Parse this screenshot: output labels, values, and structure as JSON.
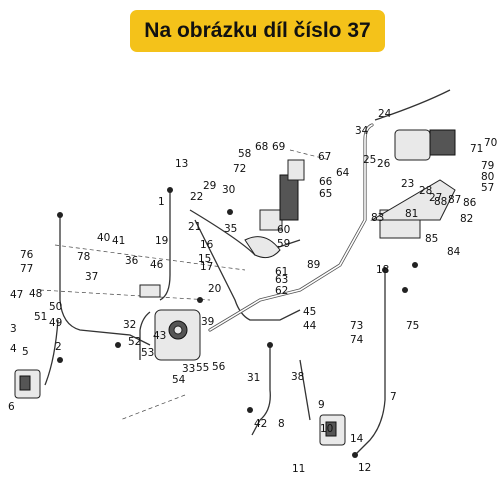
{
  "header": {
    "title": "Na obrázku díl číslo 37"
  },
  "colors": {
    "banner_bg": "#f4c21a",
    "line": "#333333"
  },
  "labels": [
    "1",
    "2",
    "3",
    "4",
    "5",
    "6",
    "7",
    "8",
    "9",
    "10",
    "11",
    "12",
    "13",
    "14",
    "15",
    "16",
    "17",
    "18",
    "19",
    "20",
    "21",
    "22",
    "23",
    "24",
    "25",
    "26",
    "27",
    "28",
    "29",
    "30",
    "31",
    "32",
    "33",
    "34",
    "35",
    "36",
    "37",
    "38",
    "39",
    "40",
    "41",
    "42",
    "43",
    "44",
    "45",
    "46",
    "47",
    "48",
    "49",
    "50",
    "51",
    "52",
    "53",
    "54",
    "55",
    "56",
    "57",
    "58",
    "59",
    "60",
    "61",
    "62",
    "63",
    "64",
    "65",
    "66",
    "67",
    "68",
    "69",
    "70",
    "71",
    "72",
    "73",
    "74",
    "75",
    "76",
    "77",
    "78",
    "79",
    "80",
    "81",
    "82",
    "83",
    "84",
    "85",
    "86",
    "87",
    "88",
    "89"
  ]
}
